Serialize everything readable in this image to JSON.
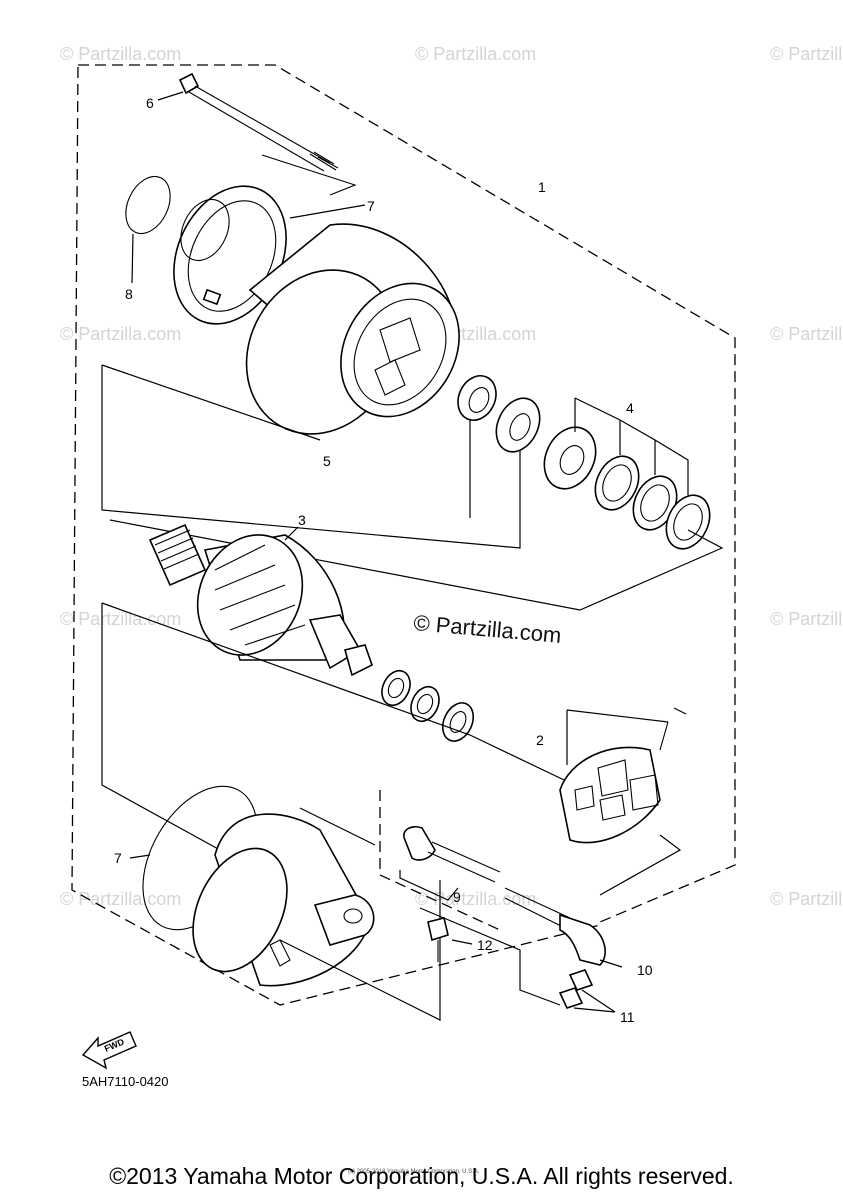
{
  "watermarks": {
    "small": "© Partzilla.com",
    "center": "© Partzilla.com"
  },
  "callouts": {
    "c1": "1",
    "c2": "2",
    "c3": "3",
    "c4": "4",
    "c5": "5",
    "c6": "6",
    "c7a": "7",
    "c7b": "7",
    "c8": "8",
    "c9": "9",
    "c10": "10",
    "c11": "11",
    "c12": "12"
  },
  "fwd_label": "FWD",
  "part_code": "5AH7110-0420",
  "tiny_notice": "(c) 2005-2018 Yamaha Motor Corporation, U.S.A.",
  "copyright": "©2013 Yamaha Motor Corporation, U.S.A. All rights reserved."
}
